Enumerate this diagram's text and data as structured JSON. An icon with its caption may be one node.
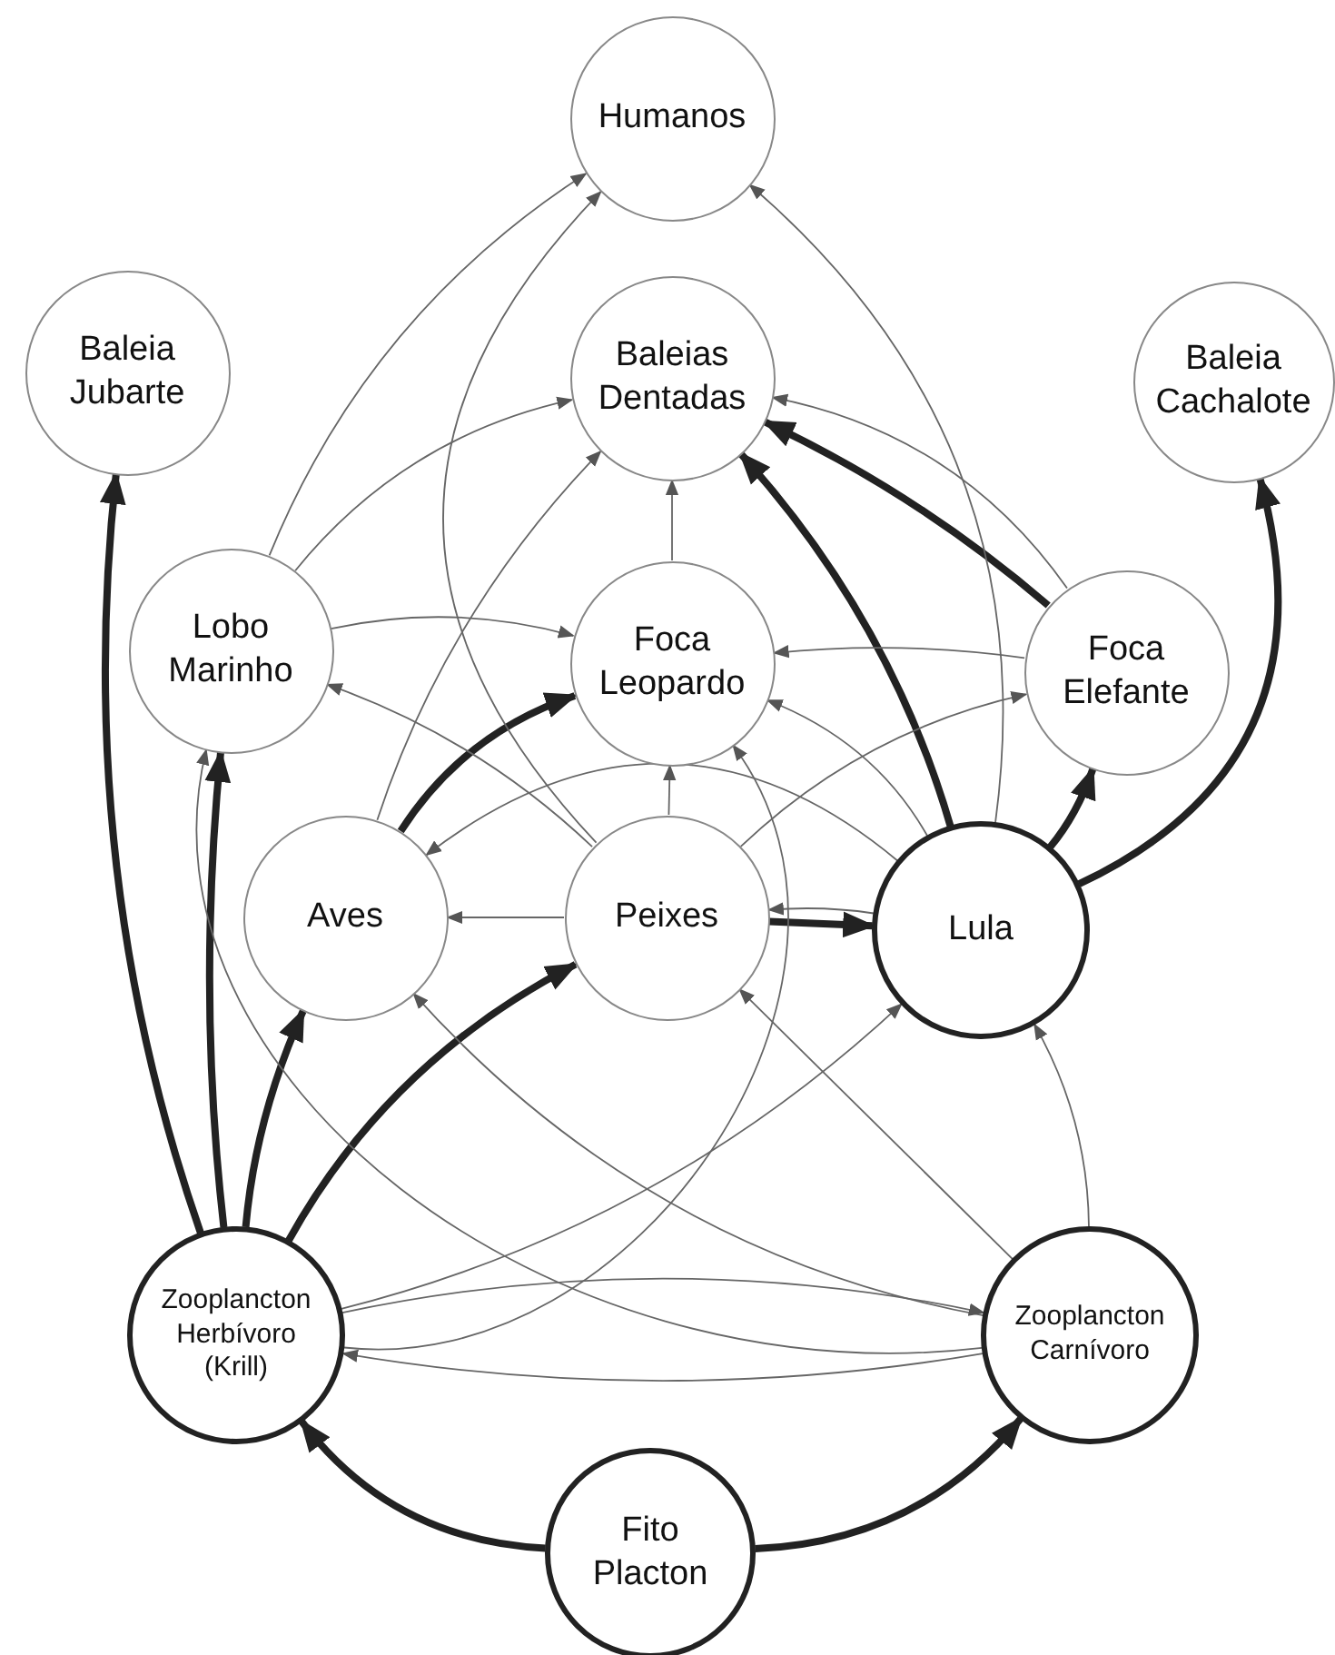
{
  "diagram": {
    "nodes": [
      {
        "text": [
          "Humanos"
        ]
      },
      {
        "text": [
          "Baleia Jubarte"
        ]
      },
      {
        "text": [
          "Baleias Dentadas"
        ]
      },
      {
        "text": [
          "Baleia Cachalote"
        ]
      },
      {
        "text": [
          "Lobo Marinho"
        ]
      },
      {
        "text": [
          "Foca Leopardo"
        ]
      },
      {
        "text": [
          "Foca Elefante"
        ]
      },
      {
        "text": [
          "Aves"
        ]
      },
      {
        "text": [
          "Peixes"
        ]
      },
      {
        "text": [
          "Lula"
        ]
      },
      {
        "text": [
          "Zooplancton Herbívoro (Krill)"
        ]
      },
      {
        "text": [
          "Zooplancton Carnívoro"
        ]
      },
      {
        "text": [
          "Fito Placton"
        ]
      }
    ],
    "edges": [
      {
        "from": 12,
        "to": 10,
        "arrow": "to",
        "style": "thick"
      },
      {
        "from": 12,
        "to": 11,
        "arrow": "to",
        "style": "thick"
      },
      {
        "from": 10,
        "to": 1,
        "arrow": "to",
        "style": "thick"
      },
      {
        "from": 10,
        "to": 4,
        "arrow": "to",
        "style": "thick"
      },
      {
        "from": 10,
        "to": 7,
        "arrow": "to",
        "style": "thick"
      },
      {
        "from": 10,
        "to": 8,
        "arrow": "to",
        "style": "thick"
      },
      {
        "from": 7,
        "to": 5,
        "arrow": "to",
        "style": "thick"
      },
      {
        "from": 8,
        "to": 9,
        "arrow": "to",
        "style": "thick"
      },
      {
        "from": 9,
        "to": 2,
        "arrow": "to",
        "style": "thick"
      },
      {
        "from": 6,
        "to": 2,
        "arrow": "to",
        "style": "thick"
      },
      {
        "from": 9,
        "to": 6,
        "arrow": "to",
        "style": "thick"
      },
      {
        "from": 9,
        "to": 3,
        "arrow": "to",
        "style": "thick"
      },
      {
        "from": 4,
        "to": 0,
        "arrow": "to"
      },
      {
        "from": 8,
        "to": 0,
        "arrow": "to"
      },
      {
        "from": 9,
        "to": 0,
        "arrow": "to"
      },
      {
        "from": 4,
        "to": 2,
        "arrow": "to"
      },
      {
        "from": 7,
        "to": 2,
        "arrow": "to"
      },
      {
        "from": 5,
        "to": 2,
        "arrow": "to"
      },
      {
        "from": 6,
        "to": 2,
        "arrow": "to"
      },
      {
        "from": 4,
        "to": 5,
        "arrow": "to"
      },
      {
        "from": 6,
        "to": 5,
        "arrow": "to"
      },
      {
        "from": 9,
        "to": 5,
        "arrow": "to"
      },
      {
        "from": 8,
        "to": 5,
        "arrow": "to"
      },
      {
        "from": 8,
        "to": 6,
        "arrow": "to"
      },
      {
        "from": 8,
        "to": 4,
        "arrow": "to"
      },
      {
        "from": 8,
        "to": 7,
        "arrow": "to"
      },
      {
        "from": 9,
        "to": 7,
        "arrow": "to"
      },
      {
        "from": 9,
        "to": 8,
        "arrow": "to"
      },
      {
        "from": 11,
        "to": 8,
        "arrow": "to"
      },
      {
        "from": 11,
        "to": 9,
        "arrow": "to"
      },
      {
        "from": 10,
        "to": 9,
        "arrow": "to"
      },
      {
        "from": 11,
        "to": 7,
        "arrow": "to"
      },
      {
        "from": 11,
        "to": 10,
        "arrow": "to"
      },
      {
        "from": 10,
        "to": 11,
        "arrow": "to"
      },
      {
        "from": 11,
        "to": 4,
        "arrow": "to"
      },
      {
        "from": 10,
        "to": 5,
        "arrow": "to"
      }
    ]
  }
}
